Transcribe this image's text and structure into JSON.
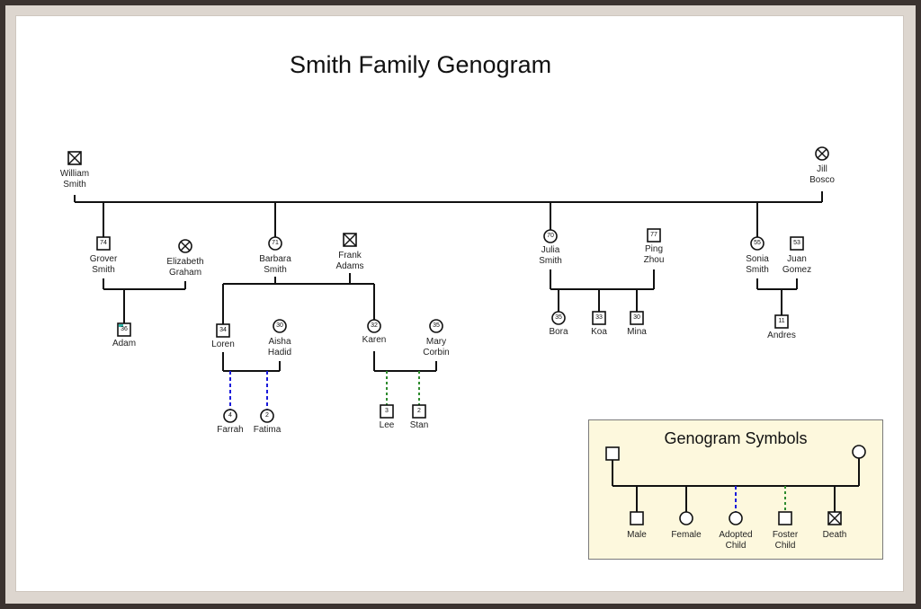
{
  "title": "Smith Family Genogram",
  "people": {
    "william": {
      "name": [
        "William",
        "Smith"
      ],
      "sex": "male",
      "deceased": true,
      "age": ""
    },
    "jill": {
      "name": [
        "Jill",
        "Bosco"
      ],
      "sex": "female",
      "deceased": true,
      "age": ""
    },
    "grover": {
      "name": [
        "Grover",
        "Smith"
      ],
      "sex": "male",
      "deceased": false,
      "age": "74"
    },
    "elizabeth": {
      "name": [
        "Elizabeth",
        "Graham"
      ],
      "sex": "female",
      "deceased": true,
      "age": ""
    },
    "barbara": {
      "name": [
        "Barbara",
        "Smith"
      ],
      "sex": "female",
      "deceased": false,
      "age": "71"
    },
    "frank": {
      "name": [
        "Frank",
        "Adams"
      ],
      "sex": "male",
      "deceased": true,
      "age": ""
    },
    "julia": {
      "name": [
        "Julia",
        "Smith"
      ],
      "sex": "female",
      "deceased": false,
      "age": "70"
    },
    "ping": {
      "name": [
        "Ping",
        "Zhou"
      ],
      "sex": "male",
      "deceased": false,
      "age": "77"
    },
    "sonia": {
      "name": [
        "Sonia",
        "Smith"
      ],
      "sex": "female",
      "deceased": false,
      "age": "55"
    },
    "juan": {
      "name": [
        "Juan",
        "Gomez"
      ],
      "sex": "male",
      "deceased": false,
      "age": "53"
    },
    "adam": {
      "name": [
        "Adam"
      ],
      "sex": "male",
      "deceased": false,
      "age": "36"
    },
    "loren": {
      "name": [
        "Loren"
      ],
      "sex": "male",
      "deceased": false,
      "age": "34"
    },
    "aisha": {
      "name": [
        "Aisha",
        "Hadid"
      ],
      "sex": "female",
      "deceased": false,
      "age": "30"
    },
    "karen": {
      "name": [
        "Karen"
      ],
      "sex": "female",
      "deceased": false,
      "age": "32"
    },
    "mary": {
      "name": [
        "Mary",
        "Corbin"
      ],
      "sex": "female",
      "deceased": false,
      "age": "35"
    },
    "bora": {
      "name": [
        "Bora"
      ],
      "sex": "female",
      "deceased": false,
      "age": "35"
    },
    "koa": {
      "name": [
        "Koa"
      ],
      "sex": "male",
      "deceased": false,
      "age": "33"
    },
    "mina": {
      "name": [
        "Mina"
      ],
      "sex": "male",
      "deceased": false,
      "age": "30"
    },
    "andres": {
      "name": [
        "Andres"
      ],
      "sex": "male",
      "deceased": false,
      "age": "11"
    },
    "farrah": {
      "name": [
        "Farrah"
      ],
      "sex": "female",
      "deceased": false,
      "age": "4"
    },
    "fatima": {
      "name": [
        "Fatima"
      ],
      "sex": "female",
      "deceased": false,
      "age": "2"
    },
    "lee": {
      "name": [
        "Lee"
      ],
      "sex": "male",
      "deceased": false,
      "age": "3"
    },
    "stan": {
      "name": [
        "Stan"
      ],
      "sex": "male",
      "deceased": false,
      "age": "2"
    }
  },
  "relations": [
    {
      "type": "couple",
      "a": "william",
      "b": "jill"
    },
    {
      "type": "biological",
      "parents": [
        "william",
        "jill"
      ],
      "child": "grover"
    },
    {
      "type": "biological",
      "parents": [
        "william",
        "jill"
      ],
      "child": "barbara"
    },
    {
      "type": "biological",
      "parents": [
        "william",
        "jill"
      ],
      "child": "julia"
    },
    {
      "type": "biological",
      "parents": [
        "william",
        "jill"
      ],
      "child": "sonia"
    },
    {
      "type": "couple",
      "a": "grover",
      "b": "elizabeth"
    },
    {
      "type": "biological",
      "parents": [
        "grover",
        "elizabeth"
      ],
      "child": "adam"
    },
    {
      "type": "couple",
      "a": "barbara",
      "b": "frank"
    },
    {
      "type": "biological",
      "parents": [
        "barbara",
        "frank"
      ],
      "child": "loren"
    },
    {
      "type": "biological",
      "parents": [
        "barbara",
        "frank"
      ],
      "child": "karen"
    },
    {
      "type": "couple",
      "a": "julia",
      "b": "ping"
    },
    {
      "type": "biological",
      "parents": [
        "julia",
        "ping"
      ],
      "child": "bora"
    },
    {
      "type": "biological",
      "parents": [
        "julia",
        "ping"
      ],
      "child": "koa"
    },
    {
      "type": "biological",
      "parents": [
        "julia",
        "ping"
      ],
      "child": "mina"
    },
    {
      "type": "couple",
      "a": "sonia",
      "b": "juan"
    },
    {
      "type": "biological",
      "parents": [
        "sonia",
        "juan"
      ],
      "child": "andres"
    },
    {
      "type": "couple",
      "a": "loren",
      "b": "aisha"
    },
    {
      "type": "adopted",
      "parents": [
        "loren",
        "aisha"
      ],
      "child": "farrah"
    },
    {
      "type": "adopted",
      "parents": [
        "loren",
        "aisha"
      ],
      "child": "fatima"
    },
    {
      "type": "couple",
      "a": "karen",
      "b": "mary"
    },
    {
      "type": "foster",
      "parents": [
        "karen",
        "mary"
      ],
      "child": "lee"
    },
    {
      "type": "foster",
      "parents": [
        "karen",
        "mary"
      ],
      "child": "stan"
    }
  ],
  "legend": {
    "title": "Genogram Symbols",
    "items": [
      {
        "name": [
          "Male"
        ],
        "symbol": "male",
        "link": "biological"
      },
      {
        "name": [
          "Female"
        ],
        "symbol": "female",
        "link": "biological"
      },
      {
        "name": [
          "Adopted",
          "Child"
        ],
        "symbol": "female",
        "link": "adopted"
      },
      {
        "name": [
          "Foster",
          "Child"
        ],
        "symbol": "male",
        "link": "foster"
      },
      {
        "name": [
          "Death"
        ],
        "symbol": "male-deceased",
        "link": "biological"
      }
    ]
  },
  "colors": {
    "line": "#111111",
    "adopted": "#1a1adb",
    "foster": "#2e8b2e",
    "legend_bg": "#fdf8dd",
    "adam_accent": "#2bb5a8"
  }
}
